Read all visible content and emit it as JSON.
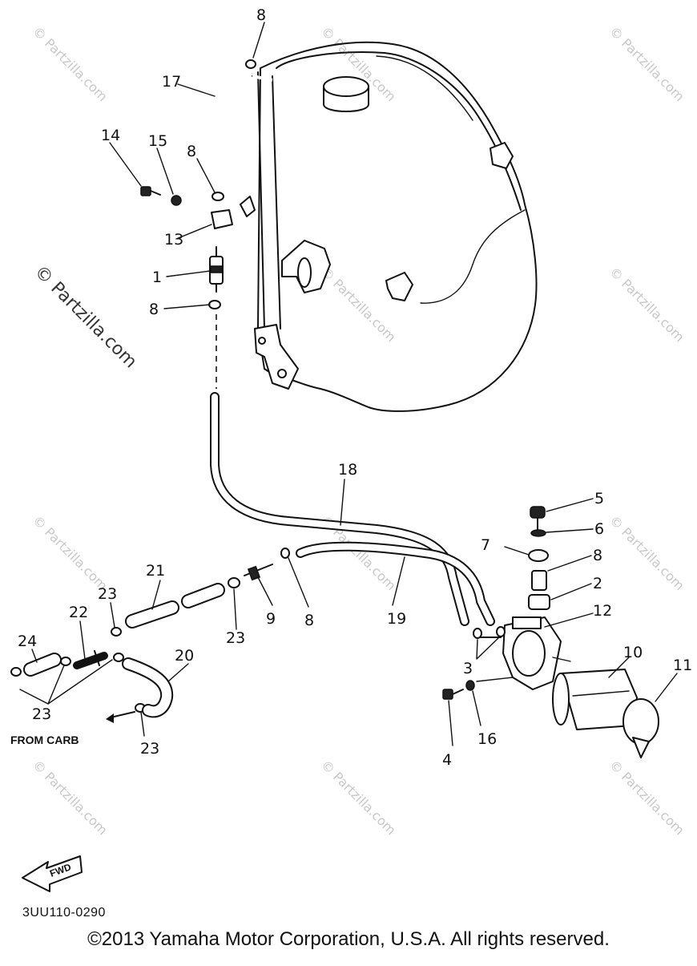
{
  "diagram": {
    "callouts": [
      "1",
      "2",
      "3",
      "4",
      "5",
      "6",
      "7",
      "8",
      "8",
      "8",
      "8",
      "8",
      "9",
      "10",
      "11",
      "12",
      "13",
      "14",
      "15",
      "16",
      "17",
      "18",
      "19",
      "20",
      "21",
      "22",
      "23",
      "23",
      "23",
      "23",
      "24"
    ],
    "from_carb_label": "FROM CARB",
    "fwd_label": "FWD",
    "part_code": "3UU110-0290",
    "copyright": "©2013 Yamaha Motor Corporation, U.S.A. All rights reserved.",
    "watermark": "© Partzilla.com",
    "watermark_faint": "© Partzilla.com"
  }
}
